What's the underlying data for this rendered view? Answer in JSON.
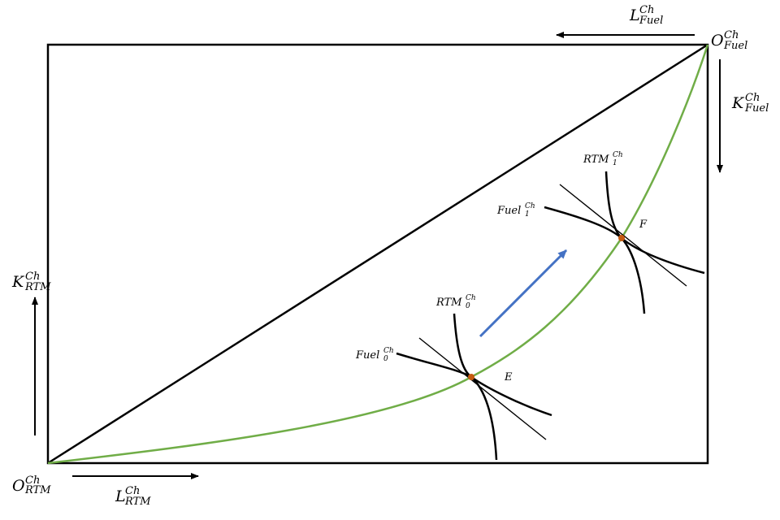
{
  "origins": {
    "rtm": {
      "main": "O",
      "sup": "Ch",
      "sub": "RTM"
    },
    "fuel": {
      "main": "O",
      "sup": "Ch",
      "sub": "Fuel"
    }
  },
  "axes": {
    "l_rtm": {
      "main": "L",
      "sup": "Ch",
      "sub": "RTM"
    },
    "k_rtm": {
      "main": "K",
      "sup": "Ch",
      "sub": "RTM"
    },
    "l_fuel": {
      "main": "L",
      "sup": "Ch",
      "sub": "Fuel"
    },
    "k_fuel": {
      "main": "K",
      "sup": "Ch",
      "sub": "Fuel"
    }
  },
  "isoquants": {
    "rtm0": {
      "main": "RTM",
      "sup": "Ch",
      "sub": "0"
    },
    "fuel0": {
      "main": "Fuel",
      "sup": "Ch",
      "sub": "0"
    },
    "rtm1": {
      "main": "RTM",
      "sup": "Ch",
      "sub": "1"
    },
    "fuel1": {
      "main": "Fuel",
      "sup": "Ch",
      "sub": "1"
    }
  },
  "points": {
    "e": "E",
    "f": "F"
  },
  "colors": {
    "box": "#000000",
    "contract_curve": "#70ad47",
    "arrow_blue": "#4472c4",
    "equilibrium_point": "#c55a11"
  }
}
